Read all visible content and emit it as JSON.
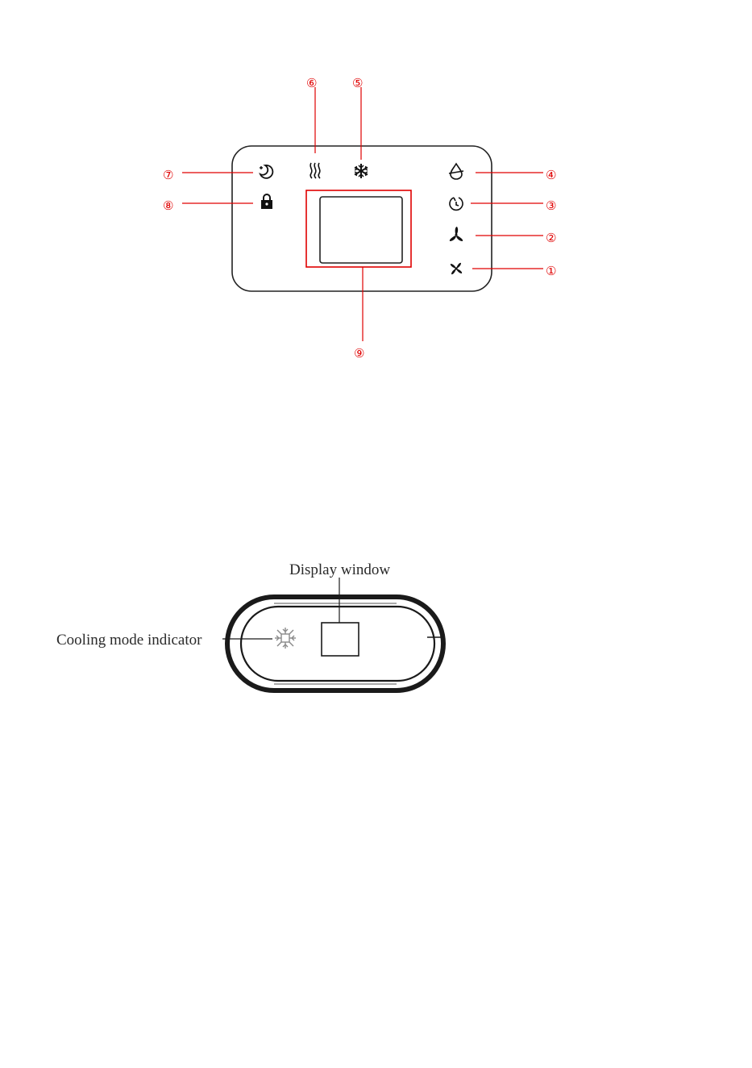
{
  "panel_top": {
    "callouts": [
      {
        "num": "①",
        "icon": "fan-low-icon"
      },
      {
        "num": "②",
        "icon": "fan-high-icon"
      },
      {
        "num": "③",
        "icon": "timer-icon"
      },
      {
        "num": "④",
        "icon": "dehumidify-drop-icon"
      },
      {
        "num": "⑤",
        "icon": "snowflake-icon"
      },
      {
        "num": "⑥",
        "icon": "heat-waves-icon"
      },
      {
        "num": "⑦",
        "icon": "sleep-moon-icon"
      },
      {
        "num": "⑧",
        "icon": "lock-icon"
      },
      {
        "num": "⑨",
        "icon": "display-screen"
      }
    ],
    "callout_color": "#e00000"
  },
  "panel_bottom": {
    "display_label": "Display window",
    "cooling_label": "Cooling mode indicator"
  }
}
